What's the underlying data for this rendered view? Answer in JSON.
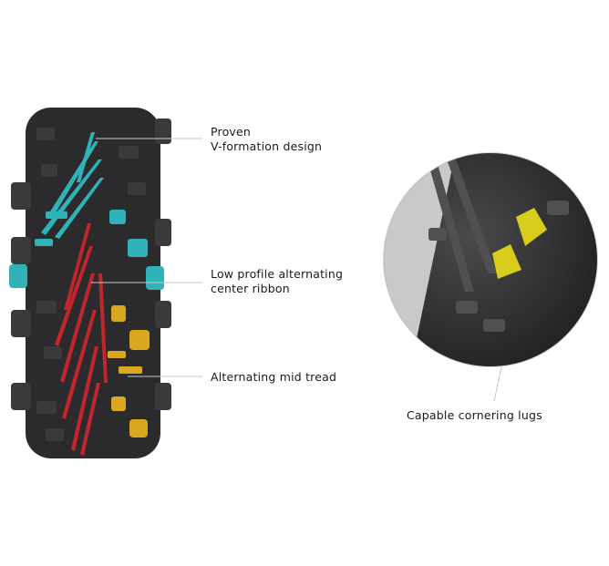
{
  "callouts": {
    "v_formation": {
      "line1": "Proven",
      "line2": "V-formation design"
    },
    "center_ribbon": {
      "line1": "Low profile alternating",
      "line2": "center ribbon"
    },
    "mid_tread": {
      "line1": "Alternating mid tread"
    },
    "cornering_lugs": {
      "line1": "Capable cornering lugs"
    }
  },
  "colors": {
    "v_formation": "#2fb3b8",
    "center_ribbon": "#c0262b",
    "mid_tread": "#d9a820",
    "cornering_lugs": "#d8cc1c",
    "tire": "#2b2b2d"
  }
}
